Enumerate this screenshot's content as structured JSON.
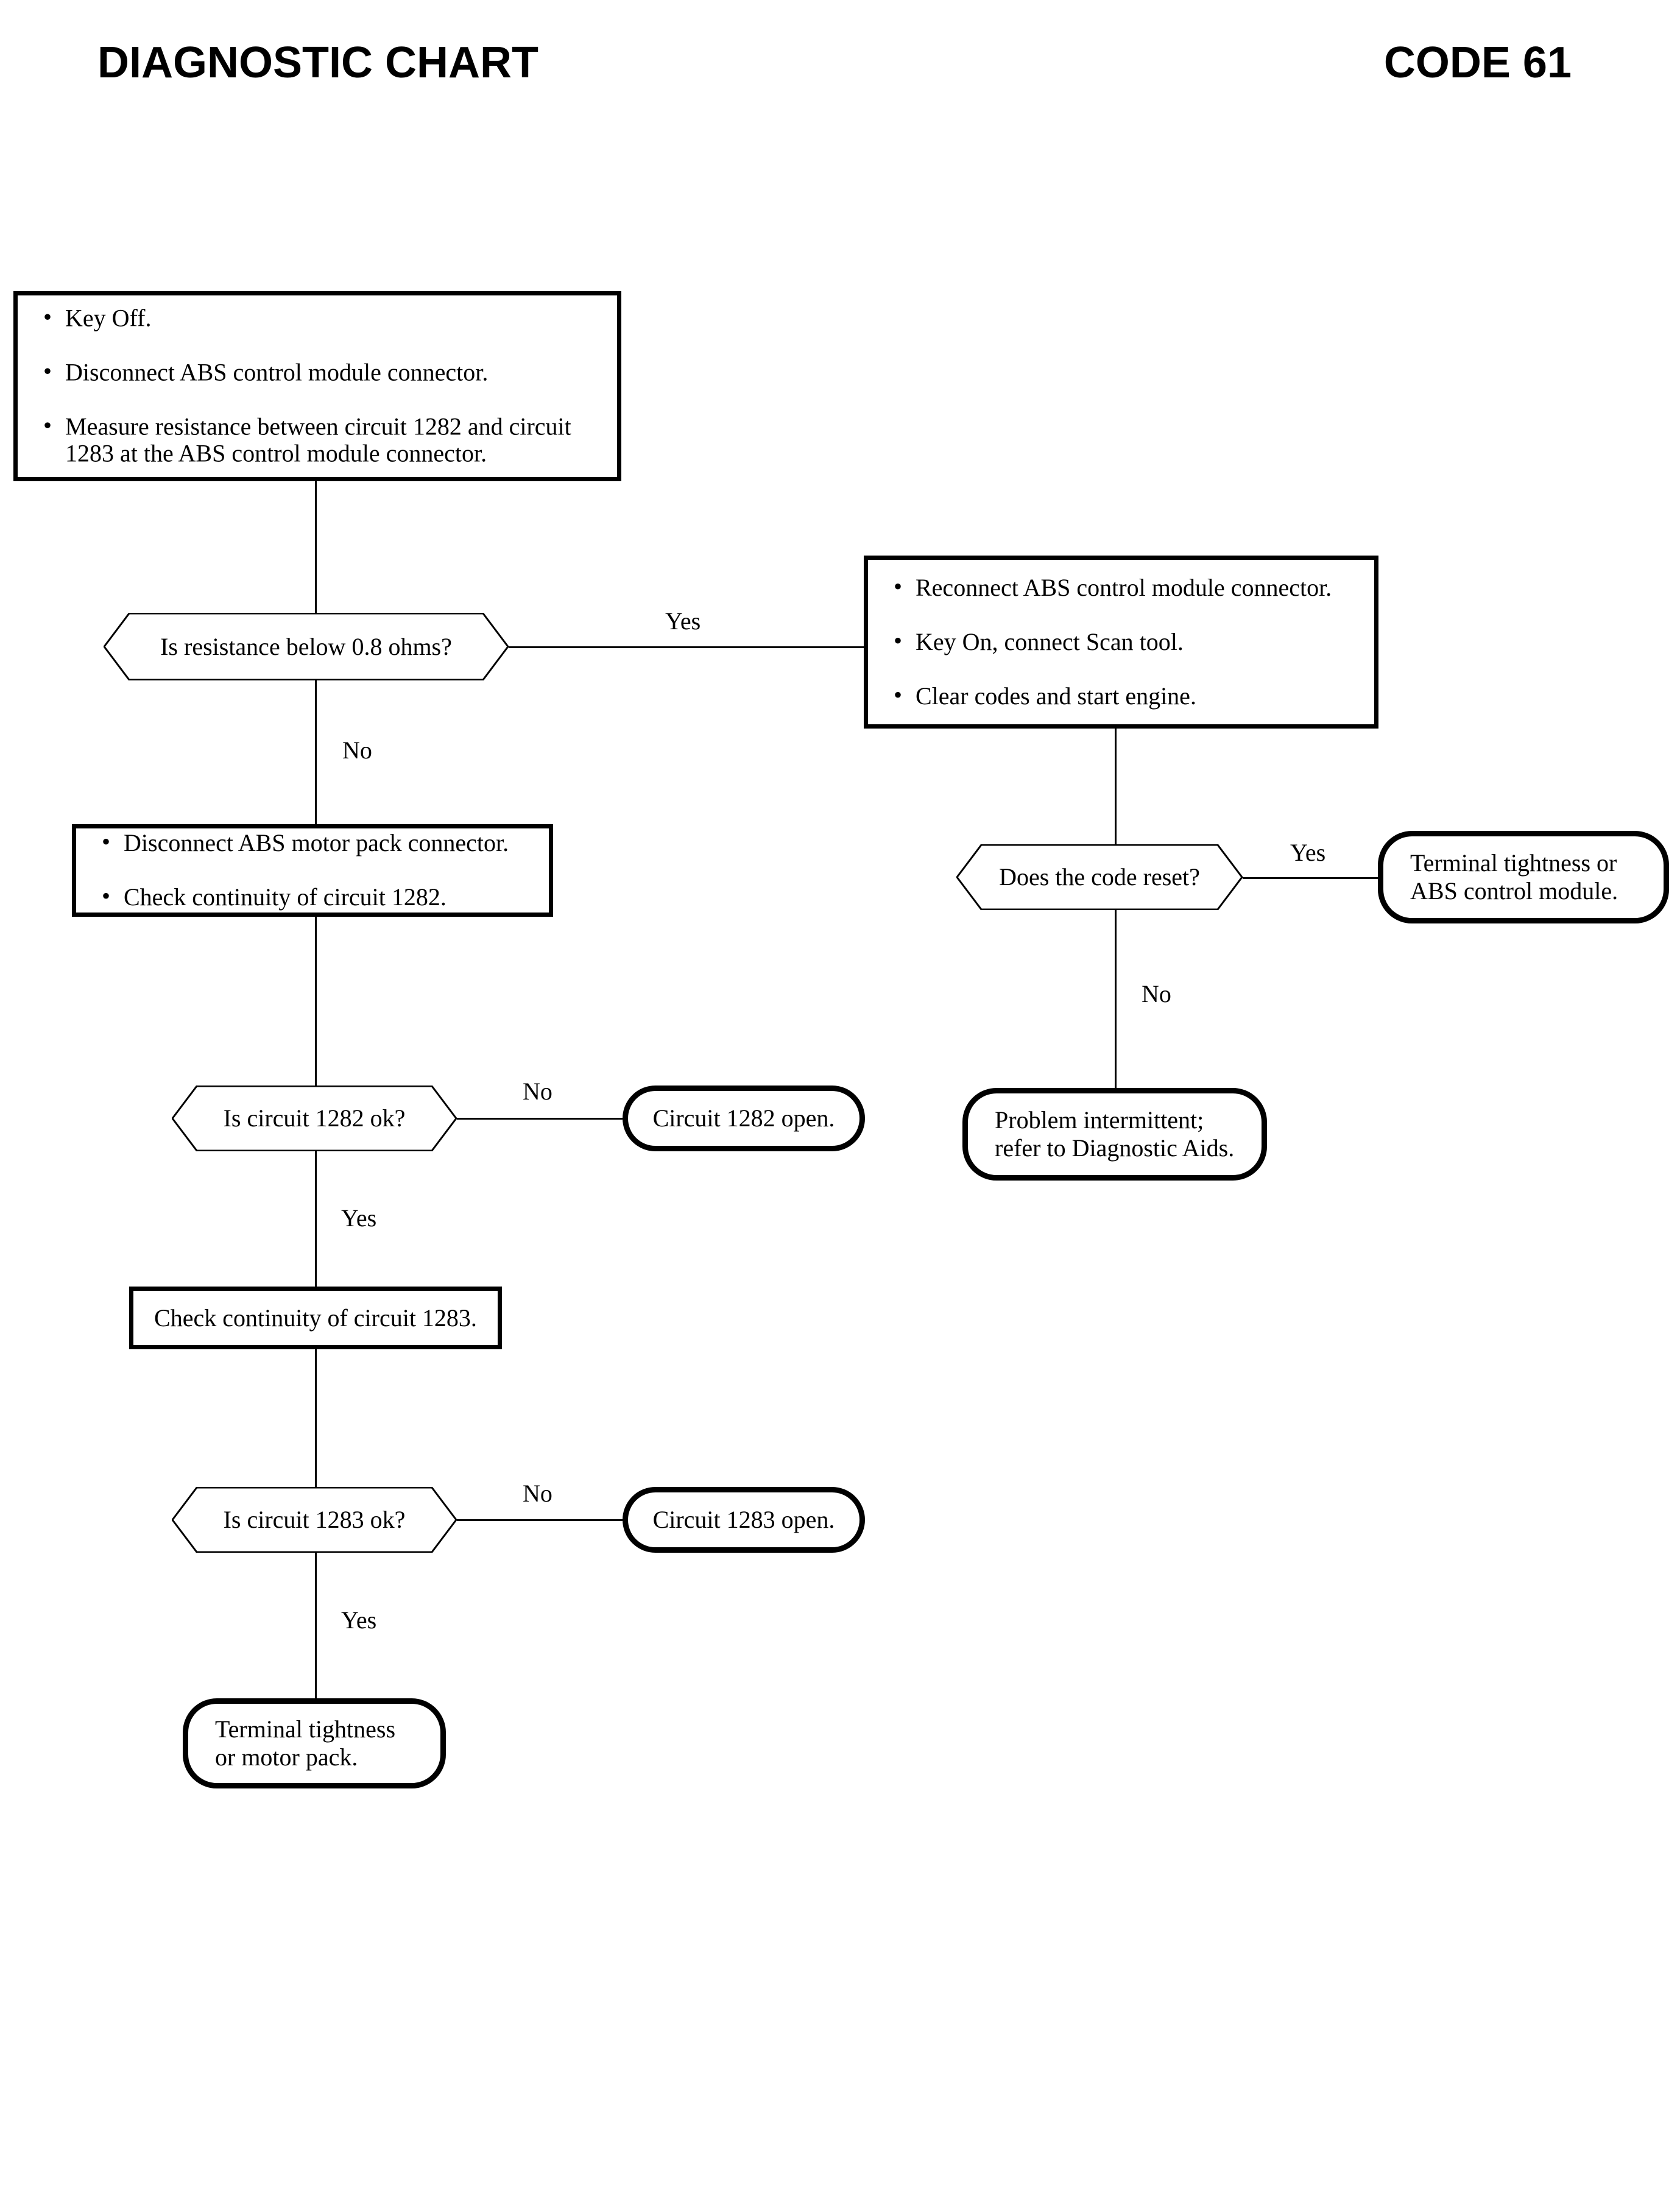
{
  "header": {
    "title": "DIAGNOSTIC CHART",
    "code": "CODE 61"
  },
  "chart_data": {
    "type": "flowchart",
    "title": "DIAGNOSTIC CHART",
    "code": "CODE 61",
    "nodes": [
      {
        "id": "n1",
        "shape": "process",
        "text": "Key Off. | Disconnect ABS control module connector. | Measure resistance between circuit 1282 and circuit 1283 at the ABS control module connector."
      },
      {
        "id": "d1",
        "shape": "decision",
        "text": "Is resistance below 0.8 ohms?"
      },
      {
        "id": "n2",
        "shape": "process",
        "text": "Reconnect ABS control module connector. | Key On, connect Scan tool. | Clear codes and start engine."
      },
      {
        "id": "d2",
        "shape": "decision",
        "text": "Does the code reset?"
      },
      {
        "id": "t1",
        "shape": "terminator",
        "text": "Terminal tightness or ABS control module."
      },
      {
        "id": "t2",
        "shape": "terminator",
        "text": "Problem intermittent; refer to Diagnostic Aids."
      },
      {
        "id": "n3",
        "shape": "process",
        "text": "Disconnect ABS motor pack connector. | Check continuity of circuit 1282."
      },
      {
        "id": "d3",
        "shape": "decision",
        "text": "Is circuit 1282 ok?"
      },
      {
        "id": "t3",
        "shape": "terminator",
        "text": "Circuit 1282 open."
      },
      {
        "id": "n4",
        "shape": "process",
        "text": "Check continuity of circuit 1283."
      },
      {
        "id": "d4",
        "shape": "decision",
        "text": "Is circuit 1283 ok?"
      },
      {
        "id": "t4",
        "shape": "terminator",
        "text": "Circuit 1283 open."
      },
      {
        "id": "t5",
        "shape": "terminator",
        "text": "Terminal tightness or motor pack."
      }
    ],
    "edges": [
      {
        "from": "n1",
        "to": "d1",
        "label": ""
      },
      {
        "from": "d1",
        "to": "n2",
        "label": "Yes"
      },
      {
        "from": "d1",
        "to": "n3",
        "label": "No"
      },
      {
        "from": "n2",
        "to": "d2",
        "label": ""
      },
      {
        "from": "d2",
        "to": "t1",
        "label": "Yes"
      },
      {
        "from": "d2",
        "to": "t2",
        "label": "No"
      },
      {
        "from": "n3",
        "to": "d3",
        "label": ""
      },
      {
        "from": "d3",
        "to": "t3",
        "label": "No"
      },
      {
        "from": "d3",
        "to": "n4",
        "label": "Yes"
      },
      {
        "from": "n4",
        "to": "d4",
        "label": ""
      },
      {
        "from": "d4",
        "to": "t4",
        "label": "No"
      },
      {
        "from": "d4",
        "to": "t5",
        "label": "Yes"
      }
    ]
  },
  "box1": {
    "b1": "Key Off.",
    "b2": "Disconnect ABS control module connector.",
    "b3": "Measure resistance between circuit 1282 and circuit 1283 at the ABS control module connector."
  },
  "dec1": {
    "text": "Is resistance below 0.8 ohms?",
    "yes": "Yes",
    "no": "No"
  },
  "box2": {
    "b1": "Reconnect ABS control module connector.",
    "b2": "Key On, connect Scan tool.",
    "b3": "Clear codes and start engine."
  },
  "dec2": {
    "text": "Does the code reset?",
    "yes": "Yes",
    "no": "No"
  },
  "term1": {
    "l1": "Terminal tightness or",
    "l2": "ABS control module."
  },
  "term2": {
    "l1": "Problem intermittent;",
    "l2": "refer to Diagnostic Aids."
  },
  "box3": {
    "b1": "Disconnect ABS motor pack connector.",
    "b2": "Check continuity of circuit 1282."
  },
  "dec3": {
    "text": "Is circuit 1282 ok?",
    "yes": "Yes",
    "no": "No"
  },
  "term3": {
    "text": "Circuit 1282 open."
  },
  "box4": {
    "text": "Check continuity of circuit 1283."
  },
  "dec4": {
    "text": "Is circuit 1283 ok?",
    "yes": "Yes",
    "no": "No"
  },
  "term4": {
    "text": "Circuit 1283 open."
  },
  "term5": {
    "l1": "Terminal tightness",
    "l2": "or motor pack."
  }
}
